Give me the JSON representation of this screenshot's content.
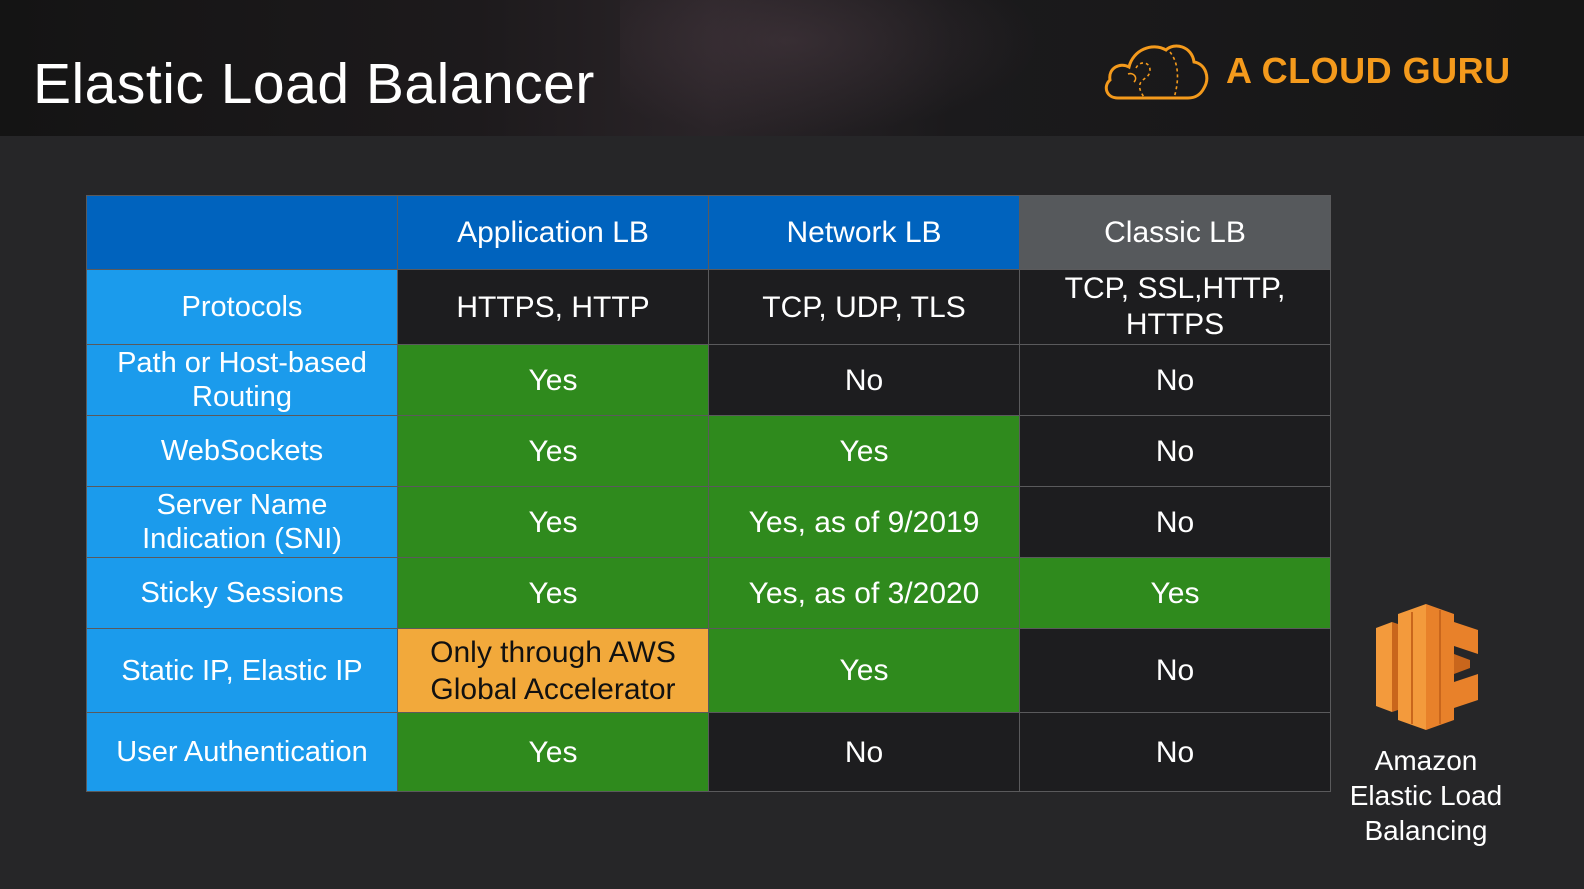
{
  "slide": {
    "title": "Elastic Load Balancer"
  },
  "brand": {
    "name": "A CLOUD GURU",
    "icon": "cloud-icon",
    "color": "#f49a1c"
  },
  "table": {
    "columns": [
      "",
      "Application LB",
      "Network LB",
      "Classic LB"
    ],
    "rows": [
      {
        "feature": "Protocols",
        "values": [
          "HTTPS, HTTP",
          "TCP, UDP, TLS",
          "TCP, SSL,HTTP, HTTPS"
        ]
      },
      {
        "feature": "Path or Host-based Routing",
        "values": [
          "Yes",
          "No",
          "No"
        ]
      },
      {
        "feature": "WebSockets",
        "values": [
          "Yes",
          "Yes",
          "No"
        ]
      },
      {
        "feature": "Server Name Indication (SNI)",
        "values": [
          "Yes",
          "Yes, as of 9/2019",
          "No"
        ]
      },
      {
        "feature": "Sticky Sessions",
        "values": [
          "Yes",
          "Yes, as of 3/2020",
          "Yes"
        ]
      },
      {
        "feature": "Static IP, Elastic IP",
        "values": [
          "Only through AWS Global Accelerator",
          "Yes",
          "No"
        ]
      },
      {
        "feature": "User Authentication",
        "values": [
          "Yes",
          "No",
          "No"
        ]
      }
    ],
    "colors": {
      "header_blue": "#0063be",
      "header_gray": "#56595c",
      "row_header_blue": "#1b9bec",
      "supported_green": "#2f8a1d",
      "partial_orange": "#f2a93b",
      "unsupported_dark": "#1d1d1f"
    }
  },
  "service": {
    "icon": "elastic-load-balancing-icon",
    "caption_lines": [
      "Amazon",
      "Elastic Load",
      "Balancing"
    ],
    "color": "#e8812a"
  }
}
